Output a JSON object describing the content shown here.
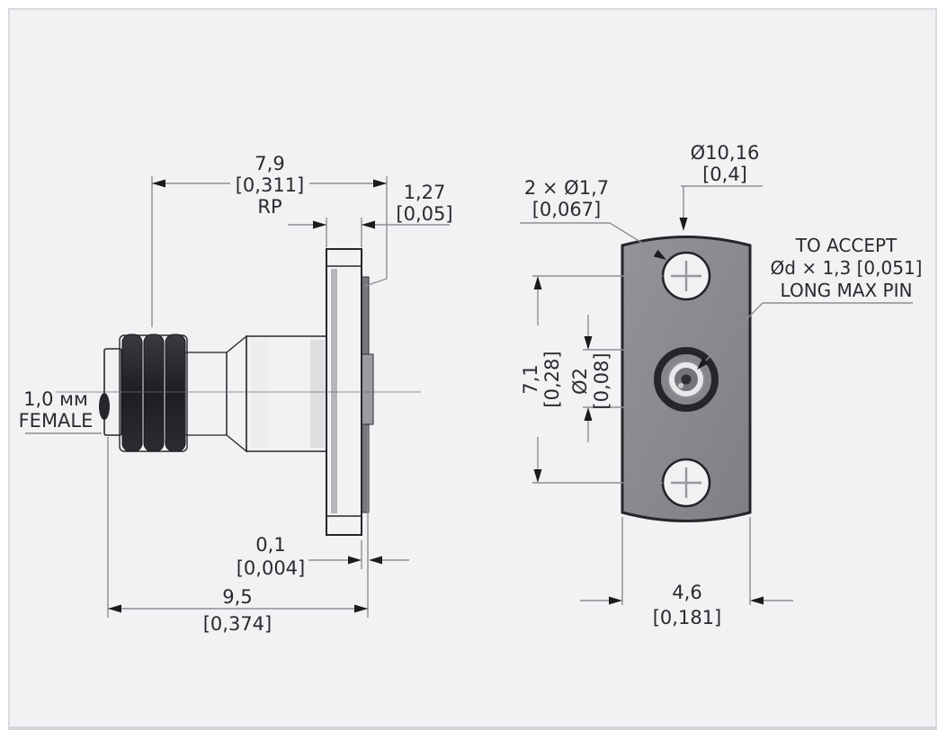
{
  "drawing": {
    "side_view": {
      "interface_label": {
        "line1": "1,0 мм",
        "line2": "FEMALE"
      },
      "dim_rp_length": {
        "value": "7,9",
        "inches": "[0,311]",
        "suffix": "RP"
      },
      "dim_flange_thickness": {
        "value": "1,27",
        "inches": "[0,05]"
      },
      "dim_standoff": {
        "value": "0,1",
        "inches": "[0,004]"
      },
      "dim_overall_length": {
        "value": "9,5",
        "inches": "[0,374]"
      }
    },
    "face_view": {
      "dim_flange_height": {
        "value": "Ø10,16",
        "inches": "[0,4]"
      },
      "dim_mounting_holes": {
        "value": "2 × Ø1,7",
        "inches": "[0,067]"
      },
      "pin_note": {
        "line1": "TO ACCEPT",
        "line2": "Ød × 1,3 [0,051]",
        "line3": "LONG MAX PIN"
      },
      "dim_hole_spacing": {
        "value": "7,1",
        "inches": "[0,28]"
      },
      "dim_interface_bore": {
        "value": "Ø2",
        "inches": "[0,08]"
      },
      "dim_flange_width": {
        "value": "4,6",
        "inches": "[0,181]"
      }
    },
    "colors": {
      "panel_background": "#f2f2f5",
      "dimension_line": "#8e8e93",
      "text": "#2a2a2e",
      "metal_dark": "#2e2e33",
      "flange_face": "#8a8a8f"
    }
  }
}
